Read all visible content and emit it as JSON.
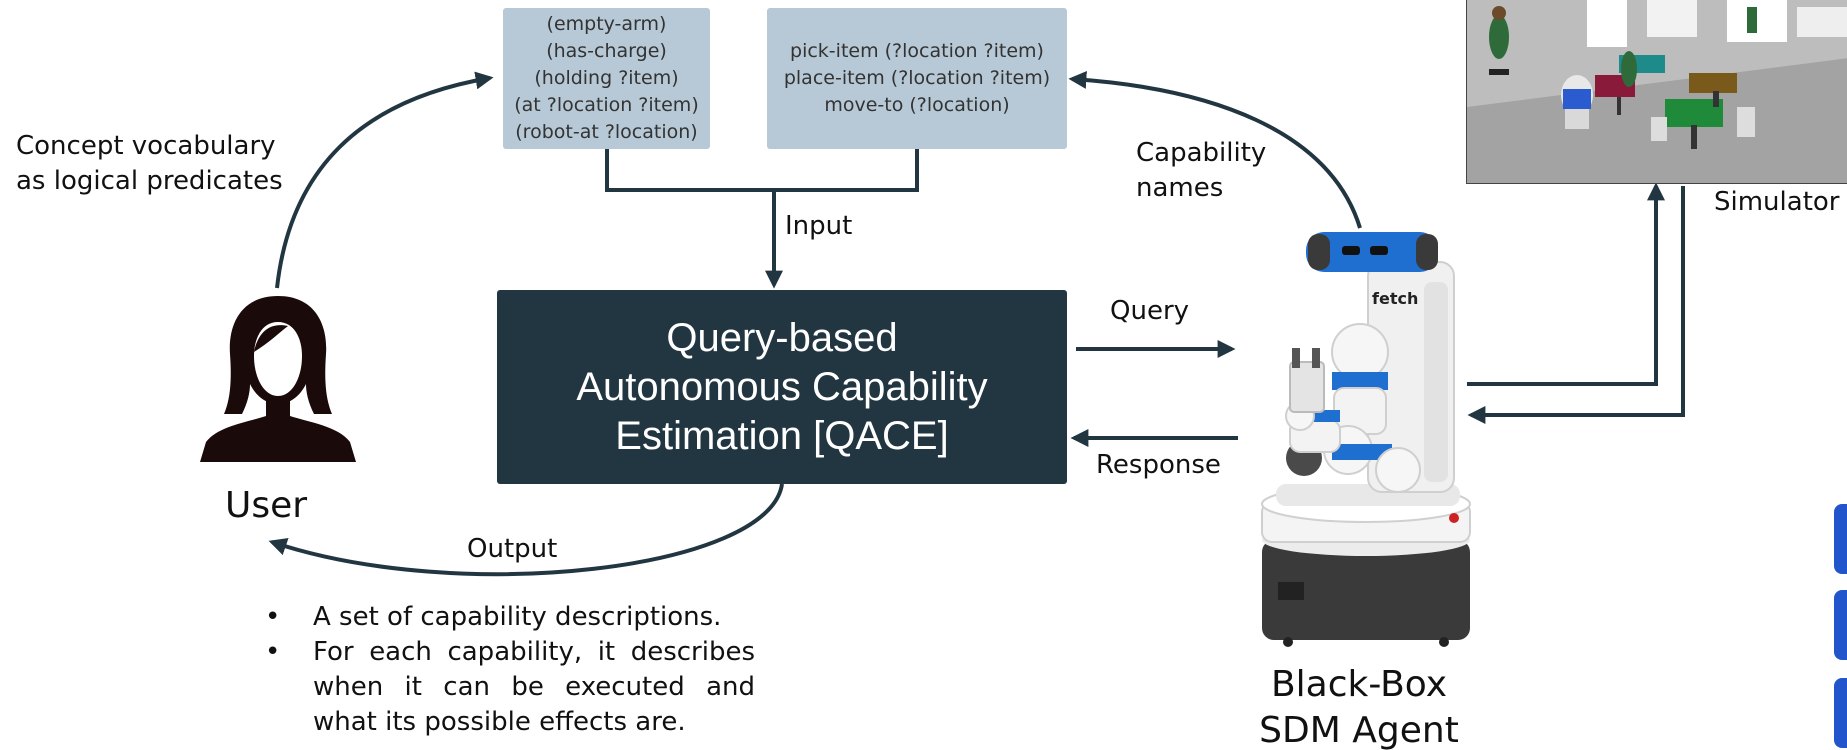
{
  "predicates": {
    "items": [
      "(empty-arm)",
      "(has-charge)",
      "(holding ?item)",
      "(at ?location ?item)",
      "(robot-at ?location)"
    ]
  },
  "capabilities": {
    "items": [
      "pick-item (?location ?item)",
      "place-item (?location ?item)",
      "move-to (?location)"
    ]
  },
  "qace": {
    "lines": [
      "Query-based",
      "Autonomous Capability",
      "Estimation [QACE]"
    ]
  },
  "labels": {
    "concept_line1": "Concept vocabulary",
    "concept_line2": "as logical predicates",
    "input": "Input",
    "capability_line1": "Capability",
    "capability_line2": "names",
    "query": "Query",
    "response": "Response",
    "output": "Output",
    "user": "User",
    "simulator": "Simulator",
    "agent_line1": "Black-Box",
    "agent_line2": "SDM Agent"
  },
  "robot_brand": "fetch",
  "output_bullets": [
    "A set of capability descriptions.",
    "For each capability, it describes when it can be executed and what its possible effects are."
  ],
  "bullet_symbol": "•",
  "colors": {
    "dark_box": "#223642",
    "light_box": "#b7c9d6",
    "arrow": "#223642",
    "robot_blue": "#1f6fd1",
    "side_tab": "#2255cc"
  }
}
